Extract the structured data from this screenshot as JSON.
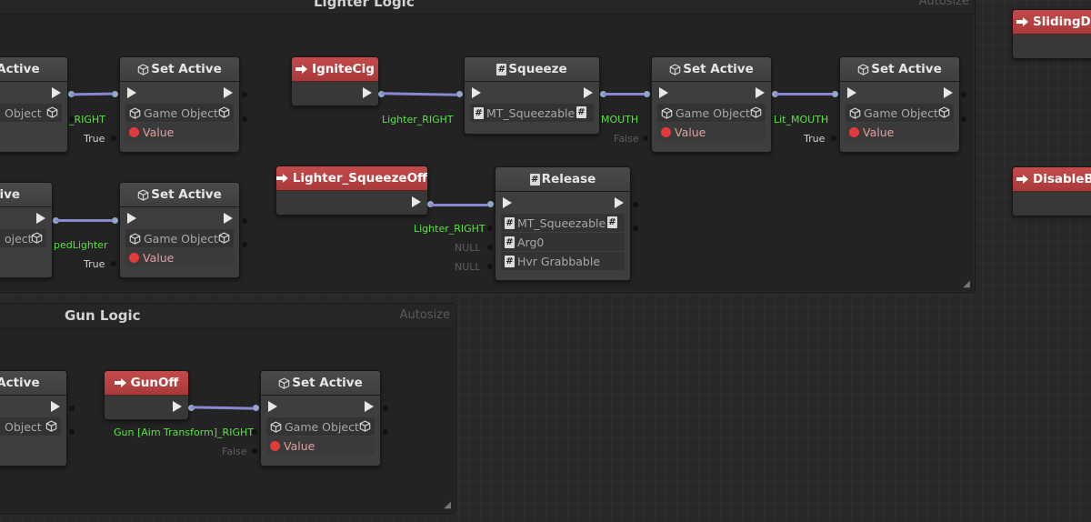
{
  "groups": {
    "lighter": {
      "title": "Lighter Logic",
      "autosize": "Autosize"
    },
    "gun": {
      "title": "Gun Logic",
      "autosize": "Autosize"
    }
  },
  "nodes": {
    "l_set_active_cut": {
      "title": "t Active",
      "go_label": "Object"
    },
    "l_set_active_1": {
      "title": "Set Active",
      "go_label": "Game Object",
      "value_label": "Value"
    },
    "l_ignite": {
      "title": "IgniteCig"
    },
    "l_squeeze": {
      "title": "Squeeze",
      "param": "MT_Squeezable"
    },
    "l_set_active_2": {
      "title": "Set Active",
      "go_label": "Game Object",
      "value_label": "Value"
    },
    "l_set_active_3": {
      "title": "Set Active",
      "go_label": "Game Object",
      "value_label": "Value"
    },
    "l_active_cut2": {
      "title": "ctive",
      "go_label": "oject"
    },
    "l_set_active_4": {
      "title": "Set Active",
      "go_label": "Game Object",
      "value_label": "Value"
    },
    "l_squeeze_off": {
      "title": "Lighter_SqueezeOff"
    },
    "l_release": {
      "title": "Release",
      "param1": "MT_Squeezable",
      "param2": "Arg0",
      "param3": "Hvr Grabbable"
    },
    "r_sliding": {
      "title": "SlidingDo"
    },
    "r_disable": {
      "title": "DisableBl"
    },
    "g_set_active_cut": {
      "title": "t Active",
      "go_label": "Object"
    },
    "g_gunoff": {
      "title": "GunOff"
    },
    "g_set_active": {
      "title": "Set Active",
      "go_label": "Game Object",
      "value_label": "Value"
    }
  },
  "labels": {
    "right_cut": "_RIGHT",
    "true1": "True",
    "lighter_right1": "Lighter_RIGHT",
    "mouth_cut": "MOUTH",
    "false1": "False",
    "lit_mouth": "Lit_MOUTH",
    "true2": "True",
    "ped_lighter": "pedLighter",
    "true3": "True",
    "lighter_right2": "Lighter_RIGHT",
    "null1": "NULL",
    "null2": "NULL",
    "gun_aim": "Gun [Aim Transform]_RIGHT",
    "false2": "False"
  },
  "colors": {
    "event_header": "#b84242",
    "wire": "#8a88d0",
    "value_dot": "#e23b3b",
    "green_label": "#58e340"
  },
  "icons": [
    "flow-arrow-icon",
    "cube-icon",
    "hash-icon",
    "event-arrow-icon",
    "value-dot-icon",
    "resize-grip-icon"
  ]
}
